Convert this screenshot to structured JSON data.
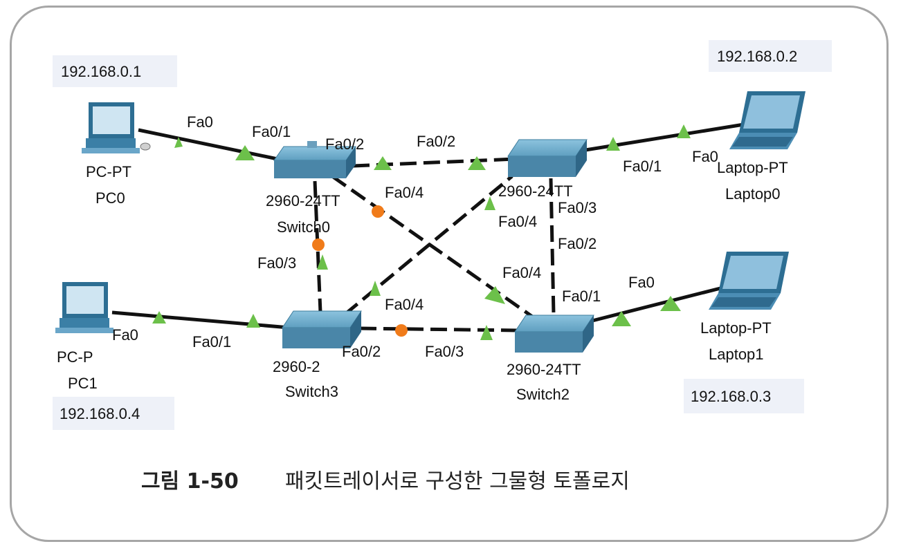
{
  "addresses": {
    "pc0": "192.168.0.1",
    "laptop0": "192.168.0.2",
    "laptop1": "192.168.0.3",
    "pc1": "192.168.0.4"
  },
  "devices": {
    "pc0": {
      "type": "PC-PT",
      "name": "PC0"
    },
    "pc1": {
      "type": "PC-P",
      "name": "PC1"
    },
    "laptop0": {
      "type": "Laptop-PT",
      "name": "Laptop0"
    },
    "laptop1": {
      "type": "Laptop-PT",
      "name": "Laptop1"
    },
    "switch0": {
      "model": "2960-24TT",
      "name": "Switch0"
    },
    "switch1": {
      "model": "2960-24TT",
      "name": ""
    },
    "switch2": {
      "model": "2960-24TT",
      "name": "Switch2"
    },
    "switch3": {
      "model": "2960-2",
      "name": "Switch3"
    }
  },
  "ports": {
    "pc0_fa0": "Fa0",
    "sw0_fa01": "Fa0/1",
    "sw0_fa02": "Fa0/2",
    "sw1_fa02": "Fa0/2",
    "sw0_fa04": "Fa0/4",
    "sw0_fa03": "Fa0/3",
    "sw1_fa01": "Fa0/1",
    "laptop0_fa0": "Fa0",
    "sw1_fa04": "Fa0/4",
    "sw1_fa03": "Fa0/3",
    "sw2_fa02": "Fa0/2",
    "sw2_fa04": "Fa0/4",
    "sw2_fa01": "Fa0/1",
    "laptop1_fa0": "Fa0",
    "pc1_fa0": "Fa0",
    "sw3_fa01": "Fa0/1",
    "sw3_fa04": "Fa0/4",
    "sw3_fa02": "Fa0/2",
    "sw2_fa03": "Fa0/3"
  },
  "caption": {
    "figure": "그림 1-50",
    "text": "패킷트레이서로 구성한 그물형 토폴로지"
  },
  "colors": {
    "link_up": "#6cc04a",
    "link_blocked": "#f07b1a",
    "switch_body": "#5a9bbd",
    "device_screen": "#7fb6d8"
  }
}
